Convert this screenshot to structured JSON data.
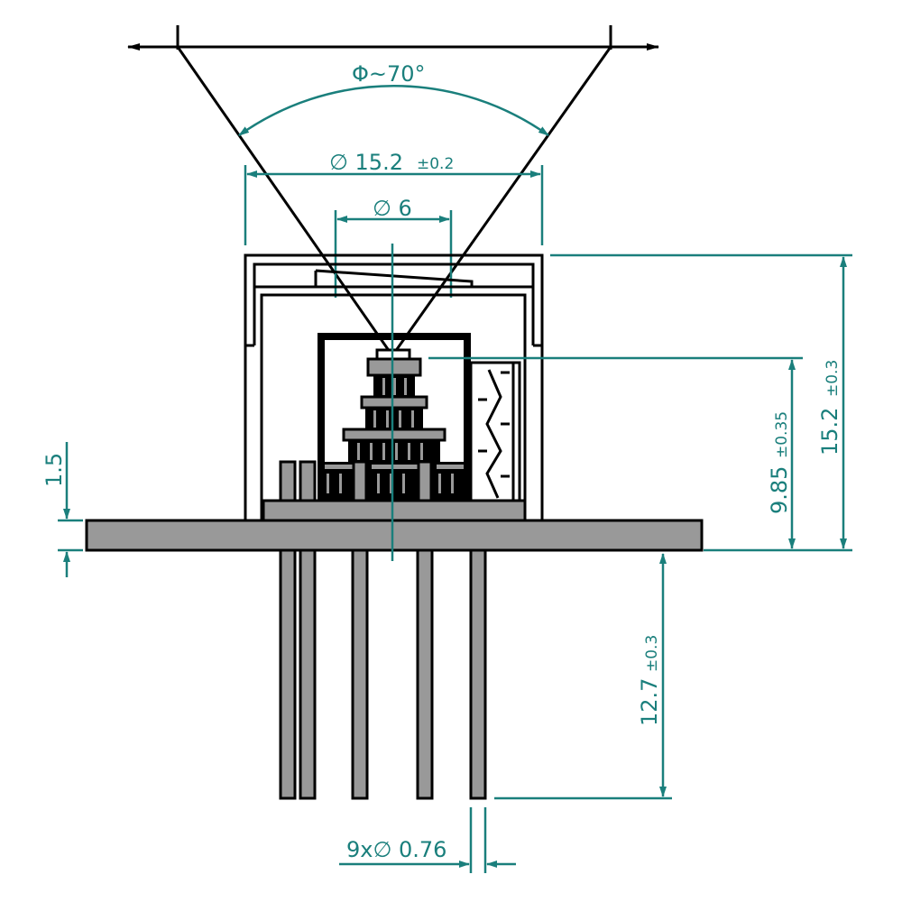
{
  "dimensions": {
    "beam_angle": "Φ~70°",
    "cap_diameter": "∅ 15.2",
    "cap_diameter_tol": "±0.2",
    "window_diameter": "∅ 6",
    "emitter_height": "9.85",
    "emitter_height_tol": "±0.35",
    "total_height": "15.2",
    "total_height_tol": "±0.3",
    "flange_thickness": "1.5",
    "pin_length": "12.7",
    "pin_length_tol": "±0.3",
    "pin_diameter": "9x∅ 0.76"
  },
  "colors": {
    "dimension": "#1a7f7c",
    "body": "#000000",
    "fill": "#999999"
  }
}
